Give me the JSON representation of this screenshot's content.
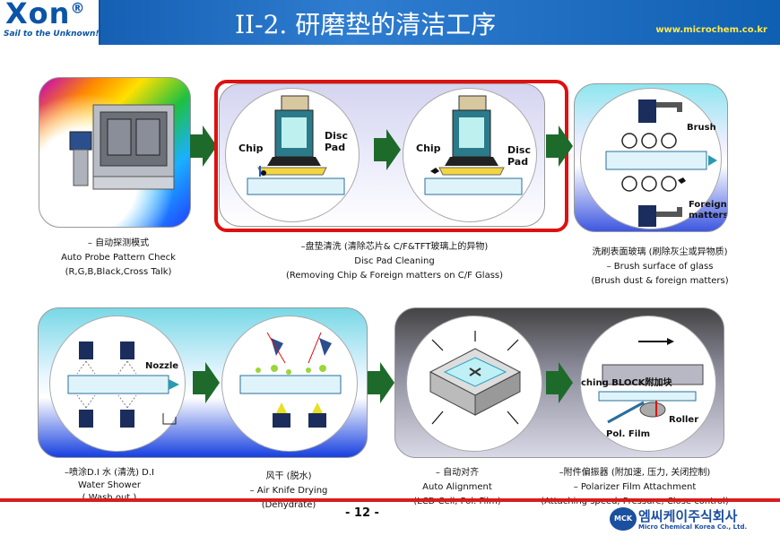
{
  "header": {
    "logo": "Xon",
    "logo_mark": "®",
    "slogan": "Sail to the Unknown!",
    "title": "II-2. 研磨垫的清洁工序",
    "url": "www.microchem.co.kr"
  },
  "steps": [
    {
      "id": "probe",
      "caption": [
        "– 自动探测模式",
        "Auto Probe Pattern Check",
        "(R,G,B,Black,Cross Talk)"
      ]
    },
    {
      "id": "disc-pad",
      "labels": {
        "chip": "Chip",
        "disc_pad": "Disc\nPad"
      },
      "caption": [
        "–盘垫清洗 (清除芯片& C/F&TFT玻璃上的异物)",
        "Disc Pad Cleaning",
        "(Removing Chip & Foreign matters on C/F Glass)"
      ]
    },
    {
      "id": "brush",
      "labels": {
        "brush": "Brush",
        "foreign": "Foreign\nmatters"
      },
      "caption": [
        "洗刷表面玻璃 (刷除灰尘或异物质)",
        "– Brush surface of glass",
        "(Brush dust & foreign matters)"
      ]
    },
    {
      "id": "shower",
      "labels": {
        "nozzle": "Nozzle"
      },
      "caption": [
        "–喷涂D.I 水 (清洗) D.I",
        "Water Shower",
        "( Wash out )"
      ]
    },
    {
      "id": "air-knife",
      "caption": [
        "风干 (脱水)",
        "– Air Knife Drying",
        "(Dehydrate)"
      ]
    },
    {
      "id": "align",
      "caption": [
        "– 自动对齐",
        "Auto Alignment",
        "(LCD Cell, Pol. Film)"
      ]
    },
    {
      "id": "attach",
      "labels": {
        "block": "ching BLOCK附加块",
        "roller": "Roller",
        "pol": "Pol. Film"
      },
      "caption": [
        "–附件偏振器 (附加速, 压力, 关闭控制)",
        "– Polarizer Film Attachment",
        "(Attaching speed, Pressure, Close control)"
      ]
    }
  ],
  "footer": {
    "page": "- 12 -",
    "company_badge": "MCK",
    "company_kr": "엠씨케이주식회사",
    "company_en": "Micro Chemical Korea Co., Ltd."
  },
  "colors": {
    "header_blue": "#0b54a8",
    "highlight_red": "#e01010",
    "arrow_green": "#1e6a2a"
  }
}
